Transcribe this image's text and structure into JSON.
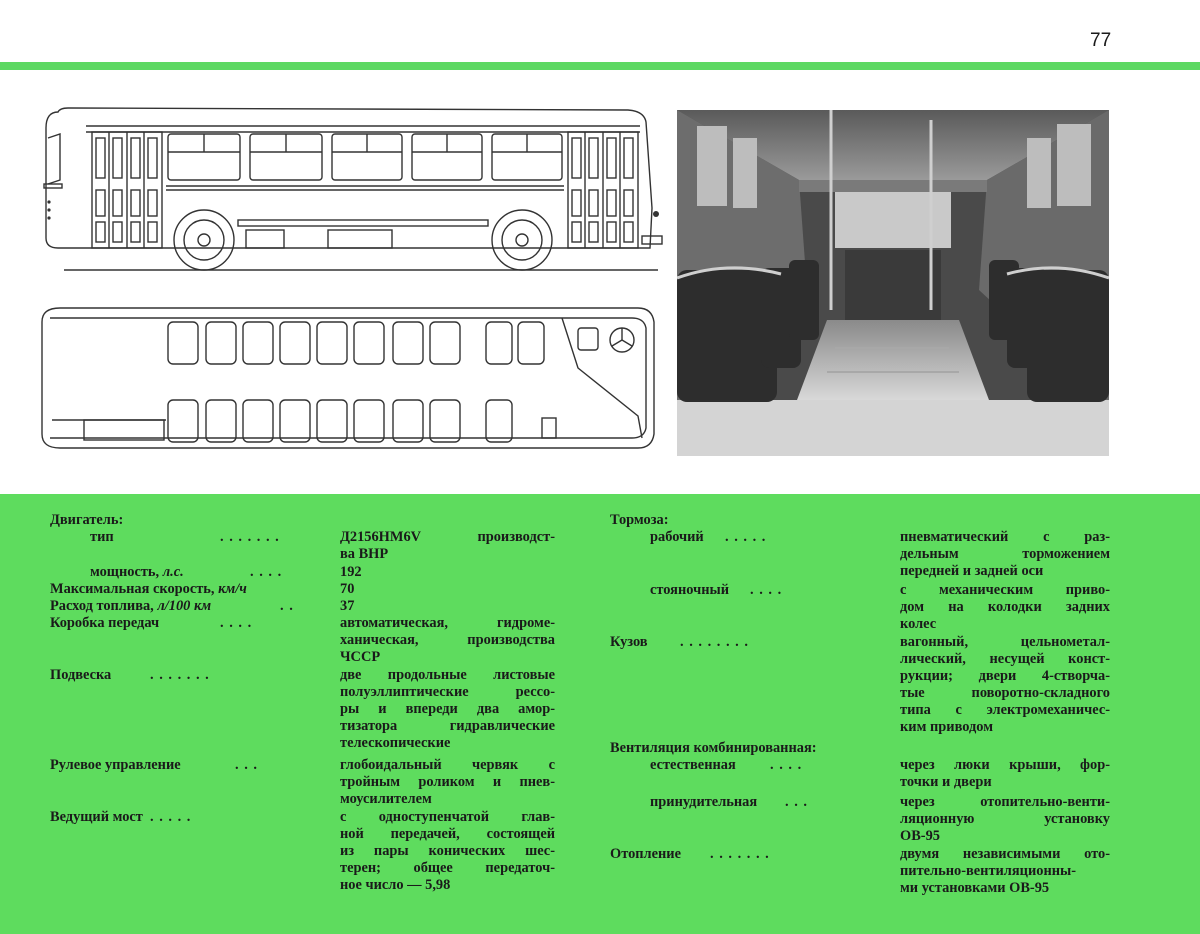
{
  "page": {
    "number": "77"
  },
  "colors": {
    "accent_green": "#5edc5e",
    "stripe_green": "#5dd862",
    "drawing_ink": "#333333"
  },
  "specs_left": [
    {
      "id": "engine",
      "label": "Двигатель:",
      "dots": "",
      "value_lines": []
    },
    {
      "id": "engine-type",
      "label": "тип",
      "dots": ". . . . . . .",
      "value_lines": [
        "Д2156НМ6V производст-",
        "ва ВНР"
      ]
    },
    {
      "id": "engine-power",
      "label": "мощность, л.с.",
      "dots": ". . . .",
      "value_lines": [
        "192"
      ]
    },
    {
      "id": "max-speed",
      "label": "Максимальная скорость, км/ч",
      "dots": "",
      "value_lines": [
        "70"
      ]
    },
    {
      "id": "fuel",
      "label": "Расход топлива, л/100 км",
      "dots": ". .",
      "value_lines": [
        "37"
      ]
    },
    {
      "id": "gearbox",
      "label": "Коробка передач",
      "dots": ". . . .",
      "value_lines": [
        "автоматическая, гидроме-",
        "ханическая, производства",
        "ЧССР"
      ]
    },
    {
      "id": "suspension",
      "label": "Подвеска",
      "dots": ". . . . . . .",
      "value_lines": [
        "две продольные листовые",
        "полуэллиптические рессо-",
        "ры и впереди два амор-",
        "тизатора гидравлические",
        "телескопические"
      ]
    },
    {
      "id": "steering",
      "label": "Рулевое управление",
      "dots": ". . .",
      "value_lines": [
        "глобоидальный червяк с",
        "тройным роликом и пнев-",
        "моусилителем"
      ]
    },
    {
      "id": "axle",
      "label": "Ведущий мост",
      "dots": ". . . . .",
      "value_lines": [
        "с одноступенчатой глав-",
        "ной передачей, состоящей",
        "из пары конических шес-",
        "терен; общее передаточ-",
        "ное число — 5,98"
      ]
    }
  ],
  "specs_right": [
    {
      "id": "brakes",
      "label": "Тормоза:",
      "dots": "",
      "value_lines": []
    },
    {
      "id": "brakes-service",
      "label": "рабочий",
      "dots": ". . . . .",
      "value_lines": [
        "пневматический с раз-",
        "дельным торможением",
        "передней и задней оси"
      ]
    },
    {
      "id": "brakes-parking",
      "label": "стояночный",
      "dots": ". . . .",
      "value_lines": [
        "с механическим приво-",
        "дом на колодки задних",
        "колес"
      ]
    },
    {
      "id": "body",
      "label": "Кузов",
      "dots": ". . . . . . . .",
      "value_lines": [
        "вагонный, цельнометал-",
        "лический, несущей конст-",
        "рукции; двери 4-створча-",
        "тые поворотно-складного",
        "типа с электромеханичес-",
        "ким приводом"
      ]
    },
    {
      "id": "ventilation",
      "label": "Вентиляция комбинированная:",
      "dots": "",
      "value_lines": []
    },
    {
      "id": "vent-natural",
      "label": "естественная",
      "dots": ". . . .",
      "value_lines": [
        "через люки крыши, фор-",
        "точки и двери"
      ]
    },
    {
      "id": "vent-forced",
      "label": "принудительная",
      "dots": ". . .",
      "value_lines": [
        "через отопительно-венти-",
        "ляционную установку",
        "ОВ-95"
      ]
    },
    {
      "id": "heating",
      "label": "Отопление",
      "dots": ". . . . . . .",
      "value_lines": [
        "двумя независимыми ото-",
        "пительно-вентиляционны-",
        "ми установками ОВ-95"
      ]
    }
  ]
}
